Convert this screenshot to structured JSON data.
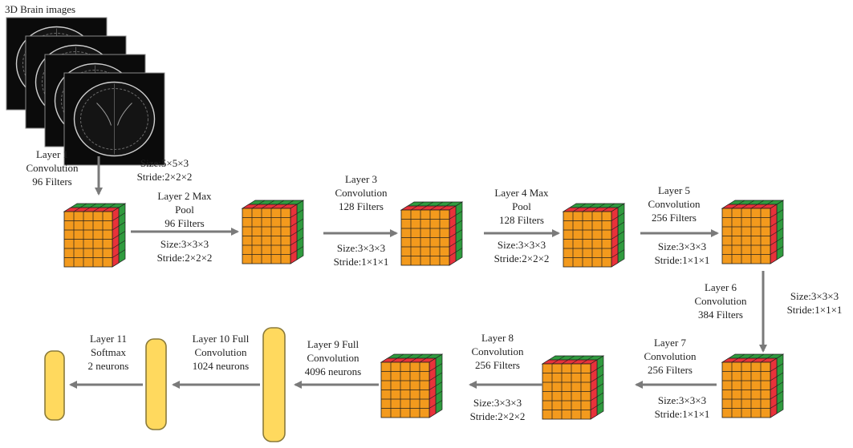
{
  "input": {
    "title": "3D Brain images"
  },
  "labels": {
    "layer1": [
      "Layer 1",
      "Convolution",
      "96 Filters"
    ],
    "layer1_params": [
      "Size:5×5×3",
      "Stride:2×2×2"
    ],
    "layer2": [
      "Layer 2 Max",
      "Pool",
      "96 Filters"
    ],
    "layer2_params": [
      "Size:3×3×3",
      "Stride:2×2×2"
    ],
    "layer3": [
      "Layer 3",
      "Convolution",
      "128 Filters"
    ],
    "layer3_params": [
      "Size:3×3×3",
      "Stride:1×1×1"
    ],
    "layer4": [
      "Layer 4 Max",
      "Pool",
      "128 Filters"
    ],
    "layer4_params": [
      "Size:3×3×3",
      "Stride:2×2×2"
    ],
    "layer5": [
      "Layer 5",
      "Convolution",
      "256 Filters"
    ],
    "layer5_params": [
      "Size:3×3×3",
      "Stride:1×1×1"
    ],
    "layer6": [
      "Layer 6",
      "Convolution",
      "384 Filters"
    ],
    "layer6_params": [
      "Size:3×3×3",
      "Stride:1×1×1"
    ],
    "layer7": [
      "Layer 7",
      "Convolution",
      "256 Filters"
    ],
    "layer7_params": [
      "Size:3×3×3",
      "Stride:1×1×1"
    ],
    "layer8": [
      "Layer 8",
      "Convolution",
      "256 Filters"
    ],
    "layer8_params": [
      "Size:3×3×3",
      "Stride:2×2×2"
    ],
    "layer9": [
      "Layer 9 Full",
      "Convolution",
      "4096 neurons"
    ],
    "layer10": [
      "Layer 10 Full",
      "Convolution",
      "1024 neurons"
    ],
    "layer11": [
      "Layer 11",
      "Softmax",
      "2 neurons"
    ]
  },
  "colors": {
    "cube_orange": "#f39a1d",
    "cube_red": "#e8323a",
    "cube_green": "#2f9b3e",
    "neuron_fill": "#ffd95e",
    "neuron_stroke": "#8a7a3a",
    "arrow": "#7a7a7a"
  }
}
